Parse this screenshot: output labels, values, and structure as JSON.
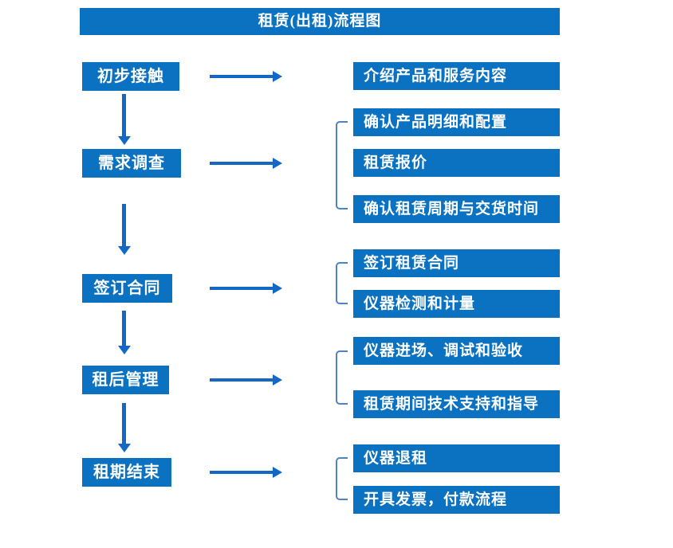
{
  "title": "租赁(出租)流程图",
  "colors": {
    "primary": "#0b71c1",
    "arrow": "#1268c4",
    "bracket": "#4d82c4",
    "text": "#ffffff",
    "background": "#ffffff"
  },
  "steps": [
    {
      "label": "初步接触",
      "details": [
        "介绍产品和服务内容"
      ]
    },
    {
      "label": "需求调查",
      "details": [
        "确认产品明细和配置",
        "租赁报价",
        "确认租赁周期与交货时间"
      ]
    },
    {
      "label": "签订合同",
      "details": [
        "签订租赁合同",
        "仪器检测和计量"
      ]
    },
    {
      "label": "租后管理",
      "details": [
        "仪器进场、调试和验收",
        "租赁期间技术支持和指导"
      ]
    },
    {
      "label": "租期结束",
      "details": [
        "仪器退租",
        "开具发票，付款流程"
      ]
    }
  ]
}
